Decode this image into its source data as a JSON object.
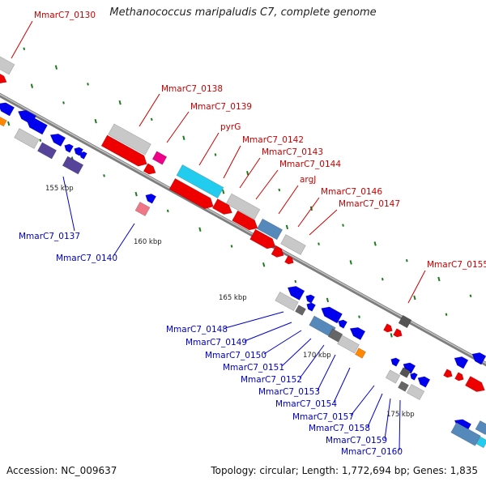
{
  "title": "Methanococcus maripaludis C7, complete genome",
  "accession": "Accession: NC_009637",
  "topology": "Topology: circular; Length: 1,772,694 bp; Genes: 1,835",
  "colors": {
    "forward_label": "#cc0000",
    "reverse_label": "#0000cc",
    "backbone": "#8a8a8a",
    "tick": "#1e7a1e"
  },
  "kbp_labels": [
    "155 kbp",
    "160 kbp",
    "165 kbp",
    "170 kbp",
    "175 kbp"
  ],
  "top_labels": [
    "MmarC7_0130",
    "MmarC7_0138",
    "MmarC7_0139",
    "pyrG",
    "MmarC7_0142",
    "MmarC7_0143",
    "MmarC7_0144",
    "argJ",
    "MmarC7_0146",
    "MmarC7_0147",
    "MmarC7_0155"
  ],
  "bottom_labels": [
    "MmarC7_0137",
    "MmarC7_0140",
    "MmarC7_0148",
    "MmarC7_0149",
    "MmarC7_0150",
    "MmarC7_0151",
    "MmarC7_0152",
    "MmarC7_0153",
    "MmarC7_0154",
    "MmarC7_0157",
    "MmarC7_0158",
    "MmarC7_0159",
    "MmarC7_0160"
  ]
}
